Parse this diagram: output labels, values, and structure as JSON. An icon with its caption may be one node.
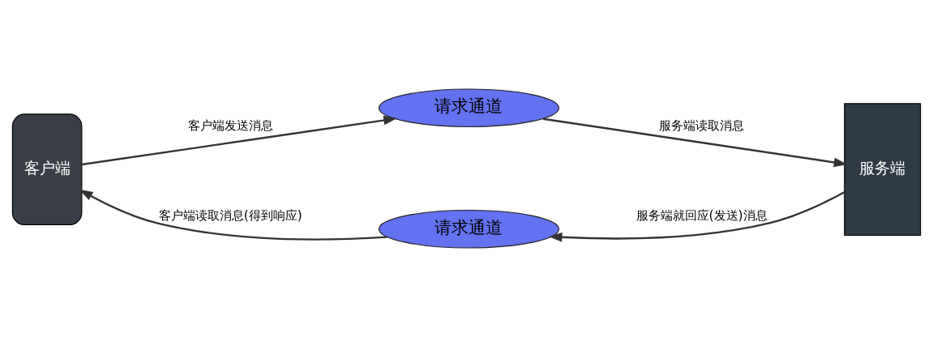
{
  "diagram": {
    "nodes": [
      {
        "text": [
          "客户端"
        ]
      },
      {
        "text": [
          "请求通道"
        ]
      },
      {
        "text": [
          "服务端"
        ]
      },
      {
        "text": [
          "请求通道"
        ]
      }
    ],
    "edges": [
      {
        "from": 0,
        "to": 1,
        "arrow": "to",
        "label": "客户端发送消息"
      },
      {
        "from": 1,
        "to": 2,
        "arrow": "to",
        "label": "服务端读取消息"
      },
      {
        "from": 2,
        "to": 3,
        "arrow": "to",
        "label": "服务端就回应(发送)消息"
      },
      {
        "from": 3,
        "to": 0,
        "arrow": "to",
        "label": "客户端读取消息(得到响应)"
      }
    ]
  }
}
